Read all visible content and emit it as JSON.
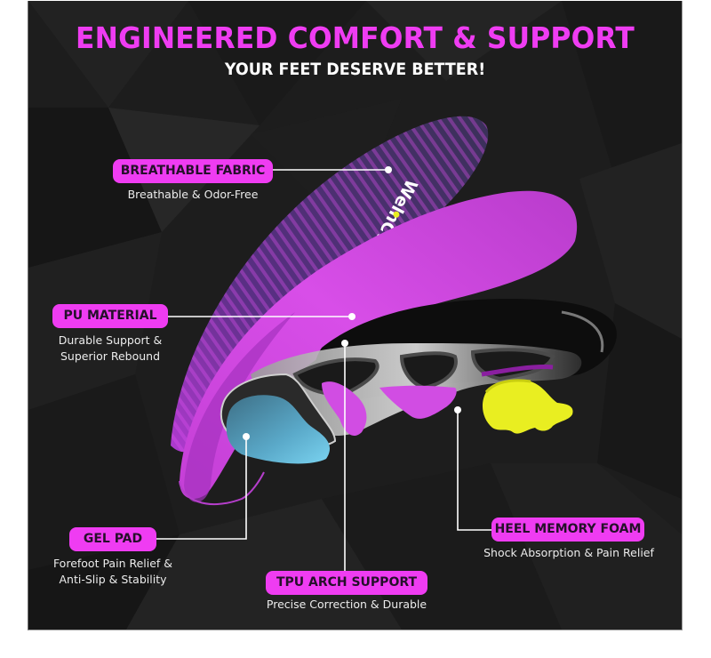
{
  "header": {
    "title": "ENGINEERED COMFORT & SUPPORT",
    "subtitle": "YOUR FEET DESERVE BETTER!"
  },
  "brand": {
    "logo_text": "WelnCve"
  },
  "features": [
    {
      "label": "BREATHABLE FABRIC",
      "description": [
        "Breathable & Odor-Free"
      ]
    },
    {
      "label": "PU MATERIAL",
      "description": [
        "Durable Support &",
        "Superior Rebound"
      ]
    },
    {
      "label": "GEL PAD",
      "description": [
        "Forefoot Pain Relief &",
        "Anti-Slip & Stability"
      ]
    },
    {
      "label": "TPU ARCH SUPPORT",
      "description": [
        "Precise Correction & Durable"
      ]
    },
    {
      "label": "HEEL MEMORY FOAM",
      "description": [
        "Shock Absorption & Pain Relief"
      ]
    }
  ],
  "colors": {
    "accent": "#ef3cf2",
    "background": "#1c1c1c",
    "pill_text": "#25102a",
    "foam": "#e9ee21",
    "gel": "#5fb8d4",
    "fabric": "#3b2d5c"
  }
}
